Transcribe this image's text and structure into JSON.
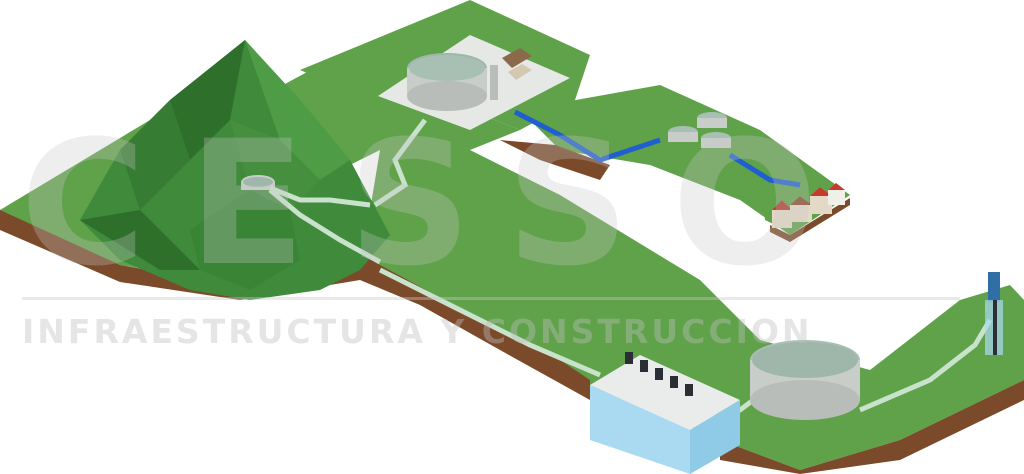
{
  "watermark": {
    "logo_text": "CESSO",
    "subtitle": "INFRAESTRUCTURA Y CONSTRUCCION"
  },
  "colors": {
    "grass": "#5fa24a",
    "grass_dark": "#3f7f35",
    "soil": "#7b4a2a",
    "soil_dark": "#5a341d",
    "mountain": "#3f8a3b",
    "pipe_light": "#c8e2cc",
    "pipe_blue": "#1f5fd0",
    "tank_wall": "#c9cdc9",
    "tank_top": "#9fb6ab",
    "water": "#a9daf2",
    "roof_red": "#c43a2c",
    "pump_dark": "#2b2f35"
  },
  "icons": [
    "mountain",
    "elevated-tank",
    "treatment-plant",
    "storage-tanks",
    "houses",
    "pump-station",
    "reservoir-tank",
    "well-pump"
  ]
}
